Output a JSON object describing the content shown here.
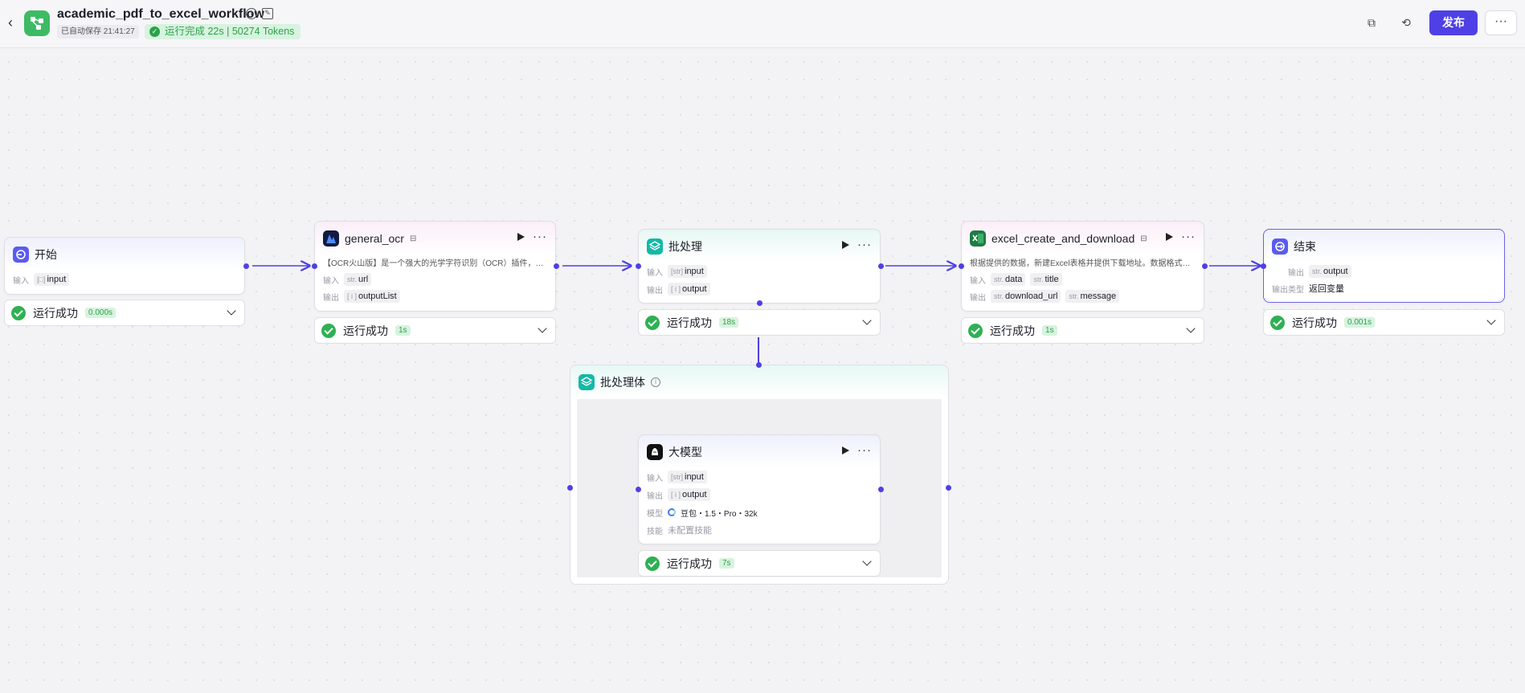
{
  "header": {
    "back_icon": "chevron-left-icon",
    "title": "academic_pdf_to_excel_workflow",
    "saved": "已自动保存 21:41:27",
    "run_status": "运行完成 22s | 50274 Tokens",
    "publish": "发布",
    "more": "···"
  },
  "colors": {
    "accent": "#4e40e5",
    "success": "#2fb053",
    "success_bg": "#d8f3df"
  },
  "nodes": {
    "start": {
      "title": "开始",
      "in_label": "输入",
      "in_var": "input",
      "in_type": "[□]",
      "status": "运行成功",
      "dur": "0.000s"
    },
    "ocr": {
      "title": "general_ocr",
      "desc": "【OCR火山版】是一个强大的光学字符识别（OCR）插件，提…",
      "in_label": "输入",
      "in_type": "str.",
      "in_var": "url",
      "out_label": "输出",
      "out_type": "[ i ]",
      "out_var": "outputList",
      "status": "运行成功",
      "dur": "1s"
    },
    "batch": {
      "title": "批处理",
      "in_label": "输入",
      "in_type": "[str]",
      "in_var": "input",
      "out_label": "输出",
      "out_type": "[ i ]",
      "out_var": "output",
      "status": "运行成功",
      "dur": "18s"
    },
    "excel": {
      "title": "excel_create_and_download",
      "desc": "根据提供的数据，新建Excel表格并提供下载地址。数据格式实…",
      "in_label": "输入",
      "in_vars": [
        {
          "type": "str.",
          "name": "data"
        },
        {
          "type": "str.",
          "name": "title"
        }
      ],
      "out_label": "输出",
      "out_vars": [
        {
          "type": "str.",
          "name": "download_url"
        },
        {
          "type": "str.",
          "name": "message"
        }
      ],
      "status": "运行成功",
      "dur": "1s"
    },
    "end": {
      "title": "结束",
      "out_label": "输出",
      "out_type": "str.",
      "out_var": "output",
      "out_kind_label": "输出类型",
      "out_kind": "返回变量",
      "status": "运行成功",
      "dur": "0.001s"
    },
    "batch_body": {
      "title": "批处理体"
    },
    "llm": {
      "title": "大模型",
      "in_label": "输入",
      "in_type": "[str]",
      "in_var": "input",
      "out_label": "输出",
      "out_type": "[ i ]",
      "out_var": "output",
      "model_label": "模型",
      "model": "豆包・1.5・Pro・32k",
      "skill_label": "技能",
      "skill": "未配置技能",
      "status": "运行成功",
      "dur": "7s"
    }
  }
}
